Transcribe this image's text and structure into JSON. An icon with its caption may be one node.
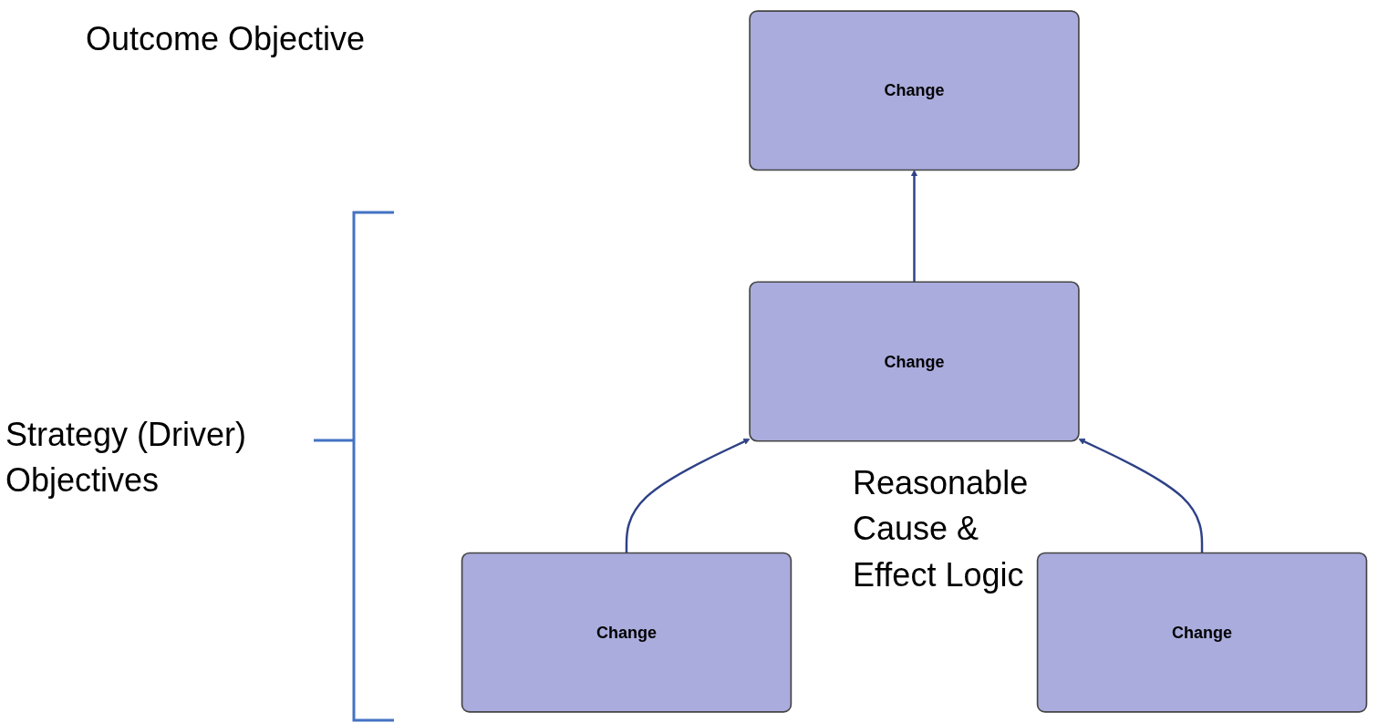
{
  "diagram": {
    "nodes": [
      {
        "text": [
          "Change"
        ]
      },
      {
        "text": [
          "Change"
        ]
      },
      {
        "text": [
          "Change"
        ]
      },
      {
        "text": [
          "Change"
        ]
      }
    ],
    "edges": [
      {
        "from": 1,
        "to": 0,
        "arrow": "to"
      },
      {
        "from": 2,
        "to": 1,
        "arrow": "to"
      },
      {
        "from": 3,
        "to": 1,
        "arrow": "to"
      }
    ],
    "labels": [
      "Outcome Objective",
      "Strategy (Driver) Objectives",
      "Reasonable Cause & Effect Logic"
    ]
  }
}
